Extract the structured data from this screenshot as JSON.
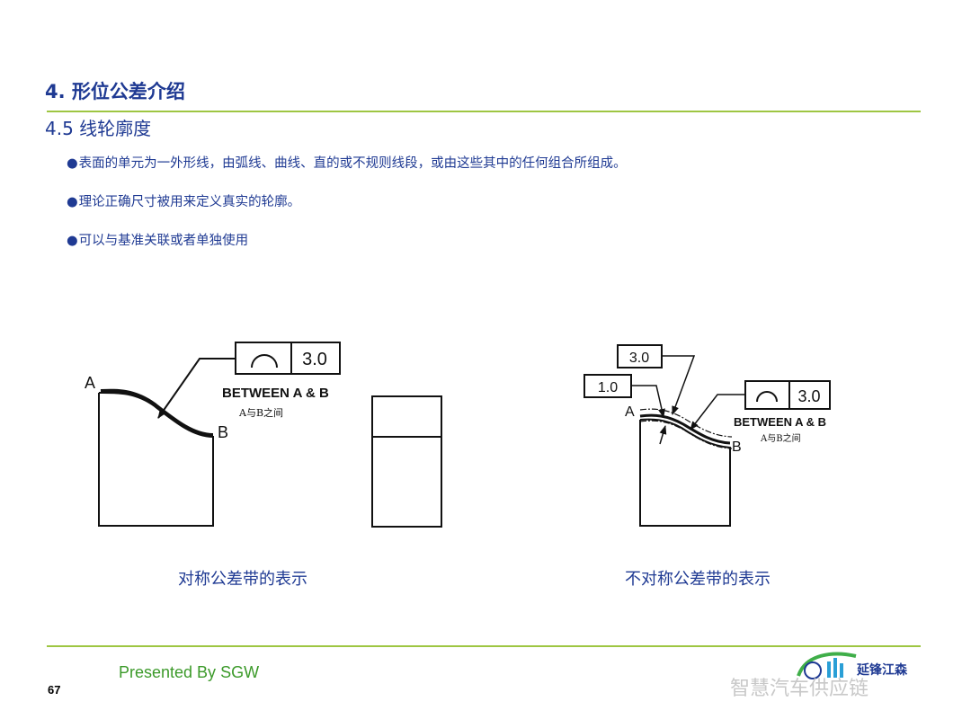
{
  "title": "4. 形位公差介绍",
  "subtitle": "4.5 线轮廓度",
  "bullets": [
    "表面的单元为一外形线，由弧线、曲线、直的或不规则线段，或由这些其中的任何组合所组成。",
    "理论正确尺寸被用来定义真实的轮廓。",
    "可以与基准关联或者单独使用"
  ],
  "bullet_symbol": "●",
  "figure_left": {
    "tolerance": "3.0",
    "between": "BETWEEN A & B",
    "between_cn": "A与B之间",
    "point_a": "A",
    "point_b": "B",
    "caption": "对称公差带的表示"
  },
  "figure_right": {
    "tolerance": "3.0",
    "dim_outer": "3.0",
    "dim_inner": "1.0",
    "between": "BETWEEN A & B",
    "between_cn": "A与B之间",
    "point_a": "A",
    "point_b": "B",
    "caption": "不对称公差带的表示"
  },
  "footer": {
    "presented": "Presented By SGW",
    "page": "67",
    "logo_text": "延锋江森",
    "watermark": "智慧汽车供应链"
  },
  "colors": {
    "heading": "#1f3a93",
    "rule": "#9ec642",
    "footer_text": "#3c9a2a"
  }
}
